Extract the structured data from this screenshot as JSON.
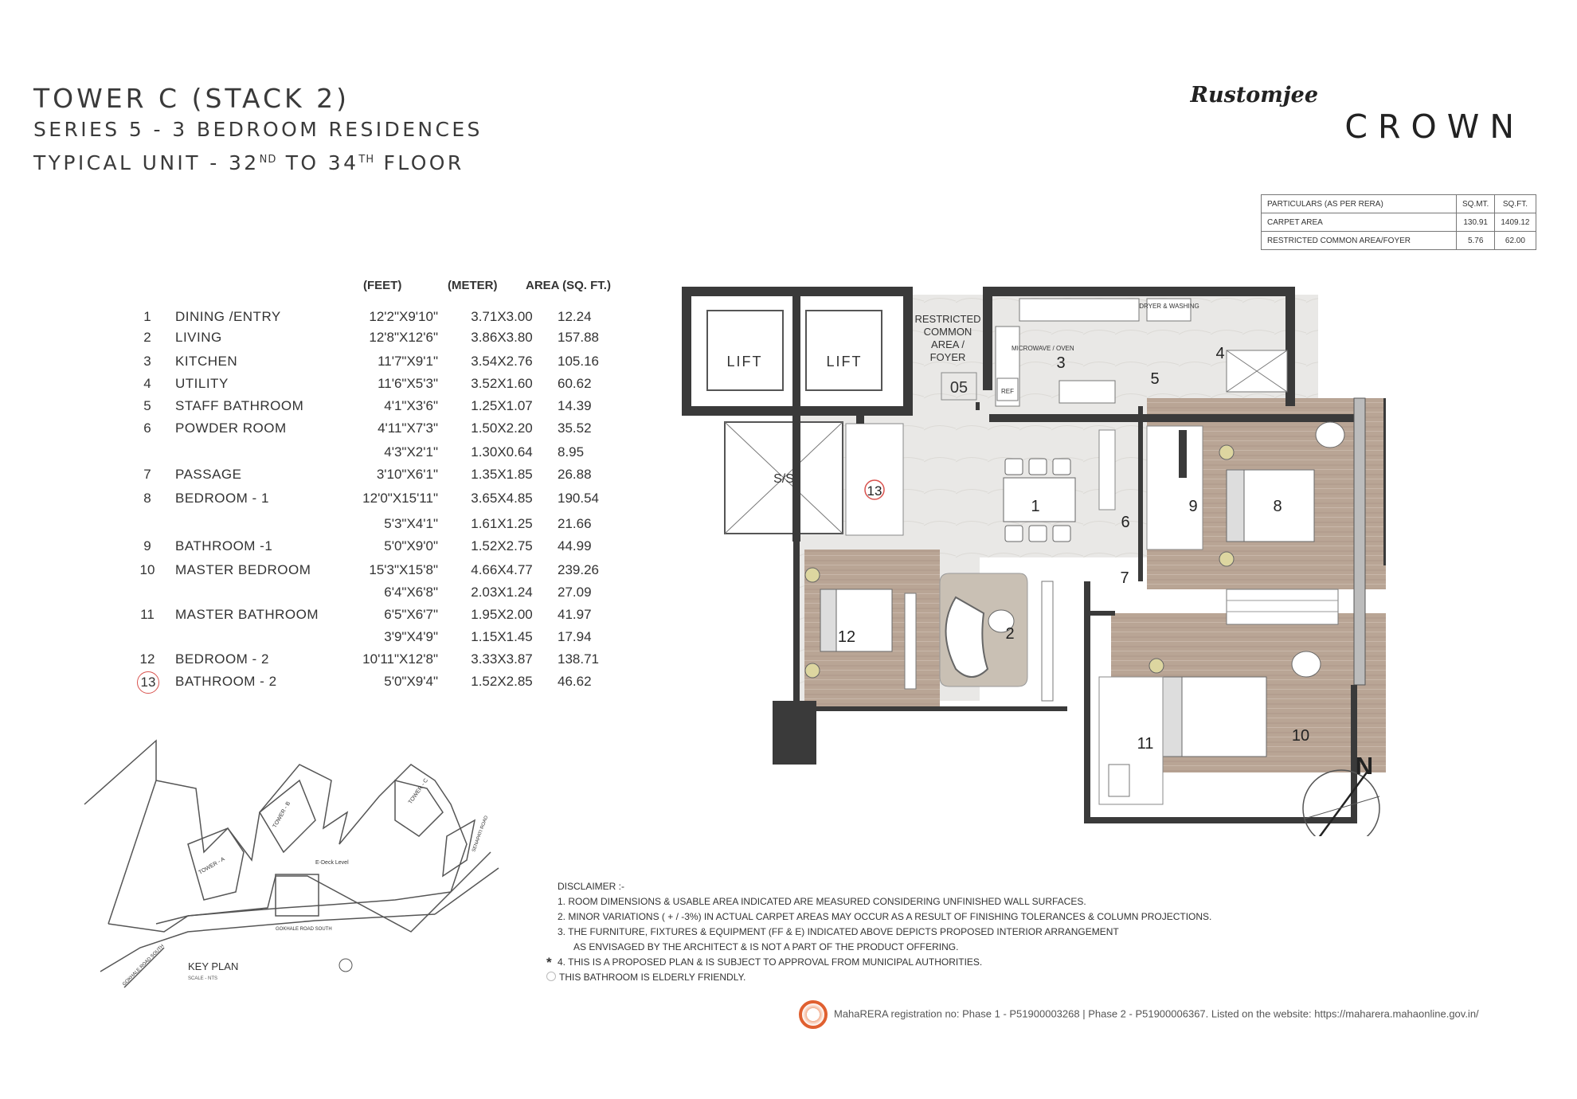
{
  "header": {
    "title": "TOWER C (STACK 2)",
    "series": "SERIES 5 - 3 BEDROOM RESIDENCES",
    "floor_prefix": "TYPICAL UNIT - 32",
    "floor_sup1": "ND",
    "floor_mid": " TO 34",
    "floor_sup2": "TH",
    "floor_suffix": " FLOOR"
  },
  "logo": {
    "script": "Rustomjee",
    "word": "CROWN"
  },
  "area_table": {
    "headers": [
      "PARTICULARS (AS PER RERA)",
      "SQ.MT.",
      "SQ.FT."
    ],
    "rows": [
      [
        "CARPET AREA",
        "130.91",
        "1409.12"
      ],
      [
        "RESTRICTED COMMON AREA/FOYER",
        "5.76",
        "62.00"
      ]
    ]
  },
  "schedule": {
    "headers": {
      "feet": "(FEET)",
      "meter": "(METER)",
      "area": "AREA (SQ. FT.)"
    },
    "rows": [
      {
        "no": "1",
        "name": "DINING /ENTRY",
        "feet": "12'2\"X9'10\"",
        "meter": "3.71X3.00",
        "area": "12.24"
      },
      {
        "no": "2",
        "name": "LIVING",
        "feet": "12'8\"X12'6\"",
        "meter": "3.86X3.80",
        "area": "157.88"
      },
      {
        "no": "3",
        "name": "KITCHEN",
        "feet": "11'7\"X9'1\"",
        "meter": "3.54X2.76",
        "area": "105.16"
      },
      {
        "no": "4",
        "name": "UTILITY",
        "feet": "11'6\"X5'3\"",
        "meter": "3.52X1.60",
        "area": "60.62"
      },
      {
        "no": "5",
        "name": "STAFF BATHROOM",
        "feet": "4'1\"X3'6\"",
        "meter": "1.25X1.07",
        "area": "14.39"
      },
      {
        "no": "6",
        "name": "POWDER ROOM",
        "feet": "4'11\"X7'3\"",
        "meter": "1.50X2.20",
        "area": "35.52"
      },
      {
        "no": "",
        "name": "",
        "feet": "4'3\"X2'1\"",
        "meter": "1.30X0.64",
        "area": "8.95"
      },
      {
        "no": "7",
        "name": "PASSAGE",
        "feet": "3'10\"X6'1\"",
        "meter": "1.35X1.85",
        "area": "26.88"
      },
      {
        "no": "8",
        "name": "BEDROOM - 1",
        "feet": "12'0\"X15'11\"",
        "meter": "3.65X4.85",
        "area": "190.54"
      },
      {
        "no": "",
        "name": "",
        "feet": "5'3\"X4'1\"",
        "meter": "1.61X1.25",
        "area": "21.66"
      },
      {
        "no": "9",
        "name": "BATHROOM -1",
        "feet": "5'0\"X9'0\"",
        "meter": "1.52X2.75",
        "area": "44.99"
      },
      {
        "no": "10",
        "name": "MASTER BEDROOM",
        "feet": "15'3\"X15'8\"",
        "meter": "4.66X4.77",
        "area": "239.26"
      },
      {
        "no": "",
        "name": "",
        "feet": "6'4\"X6'8\"",
        "meter": "2.03X1.24",
        "area": "27.09"
      },
      {
        "no": "11",
        "name": "MASTER BATHROOM",
        "feet": "6'5\"X6'7\"",
        "meter": "1.95X2.00",
        "area": "41.97"
      },
      {
        "no": "",
        "name": "",
        "feet": "3'9\"X4'9\"",
        "meter": "1.15X1.45",
        "area": "17.94"
      },
      {
        "no": "12",
        "name": "BEDROOM - 2",
        "feet": "10'11\"X12'8\"",
        "meter": "3.33X3.87",
        "area": "138.71"
      },
      {
        "no": "13",
        "name": "BATHROOM - 2",
        "feet": "5'0\"X9'4\"",
        "meter": "1.52X2.85",
        "area": "46.62"
      }
    ]
  },
  "plan": {
    "lift1": "LIFT",
    "lift2": "LIFT",
    "ss": "S/S",
    "foyer": [
      "RESTRICTED",
      "COMMON",
      "AREA /",
      "FOYER"
    ],
    "foyer_no": "05",
    "microwave": "MICROWAVE / OVEN",
    "ref": "REF",
    "dryer": "DRYER & WASHING",
    "rooms": [
      "1",
      "2",
      "3",
      "4",
      "5",
      "6",
      "7",
      "8",
      "9",
      "10",
      "11",
      "12",
      "13"
    ],
    "north": "N"
  },
  "key_plan": {
    "title": "KEY PLAN",
    "scale": "SCALE - NTS",
    "tower_a": "TOWER - A",
    "tower_b": "TOWER - B",
    "tower_c": "TOWER - C",
    "edeck": "E-Deck Level",
    "road_south": "GOKHALE ROAD SOUTH",
    "road_side": "GOKHALE ROAD SOUTH",
    "road_right": "SENAPATI ROAD"
  },
  "disclaimer": {
    "heading": "DISCLAIMER :-",
    "lines": [
      "1. ROOM DIMENSIONS & USABLE  AREA INDICATED  ARE MEASURED CONSIDERING UNFINISHED WALL SURFACES.",
      "2. MINOR VARIATIONS ( + / -3%) IN ACTUAL CARPET AREAS MAY OCCUR AS A RESULT OF  FINISHING TOLERANCES & COLUMN PROJECTIONS.",
      "3. THE FURNITURE, FIXTURES & EQUIPMENT (FF & E)  INDICATED ABOVE  DEPICTS PROPOSED INTERIOR ARRANGEMENT",
      "    AS ENVISAGED BY THE ARCHITECT & IS NOT A PART OF THE PRODUCT OFFERING.",
      "4. THIS IS A PROPOSED PLAN & IS SUBJECT TO APPROVAL FROM MUNICIPAL AUTHORITIES.",
      "THIS BATHROOM IS ELDERLY FRIENDLY."
    ]
  },
  "footer": {
    "rera": "MahaRERA registration no: Phase 1 - P51900003268  |  Phase 2 - P51900006367.  Listed on the website: https://maharera.mahaonline.gov.in/"
  },
  "colors": {
    "wall": "#3a3a3a",
    "wood": "#b7a393",
    "floor_light": "#ececec",
    "accent_red": "#d9534f",
    "rera_orange": "#e06030"
  }
}
